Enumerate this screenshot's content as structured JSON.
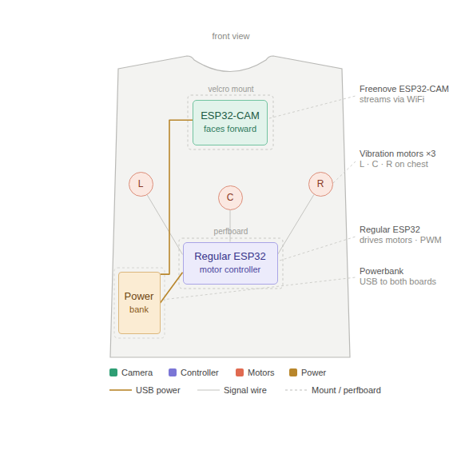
{
  "diagram": {
    "nodes": [
      {
        "text": [
          "ESP32-CAM",
          "faces forward"
        ]
      },
      {
        "text": [
          "L"
        ]
      },
      {
        "text": [
          "C"
        ]
      },
      {
        "text": [
          "R"
        ]
      },
      {
        "text": [
          "Regular ESP32",
          "motor controller"
        ]
      },
      {
        "text": [
          "Power",
          "bank"
        ]
      }
    ],
    "edges": [
      {
        "from": 1,
        "to": 4,
        "arrow": "none"
      },
      {
        "from": 2,
        "to": 4,
        "arrow": "none"
      },
      {
        "from": 3,
        "to": 4,
        "arrow": "none"
      },
      {
        "from": 5,
        "to": 0,
        "arrow": "none"
      },
      {
        "from": 5,
        "to": 4,
        "arrow": "none"
      }
    ],
    "labels": [
      "front view",
      "velcro mount",
      "perfboard",
      "Freenove ESP32-CAM",
      "streams via WiFi",
      "Vibration motors ×3",
      "L · C · R on chest",
      "Regular ESP32",
      "drives motors · PWM",
      "Powerbank",
      "USB to both boards"
    ],
    "legend": [
      {
        "text": "Camera",
        "color": "#2e9e74"
      },
      {
        "text": "Controller",
        "color": "#7b76d6"
      },
      {
        "text": "Motors",
        "color": "#e06a50"
      },
      {
        "text": "Power",
        "color": "#b8862b"
      },
      {
        "text": "USB power"
      },
      {
        "text": "Signal wire"
      },
      {
        "text": "Mount / perfboard"
      }
    ]
  }
}
